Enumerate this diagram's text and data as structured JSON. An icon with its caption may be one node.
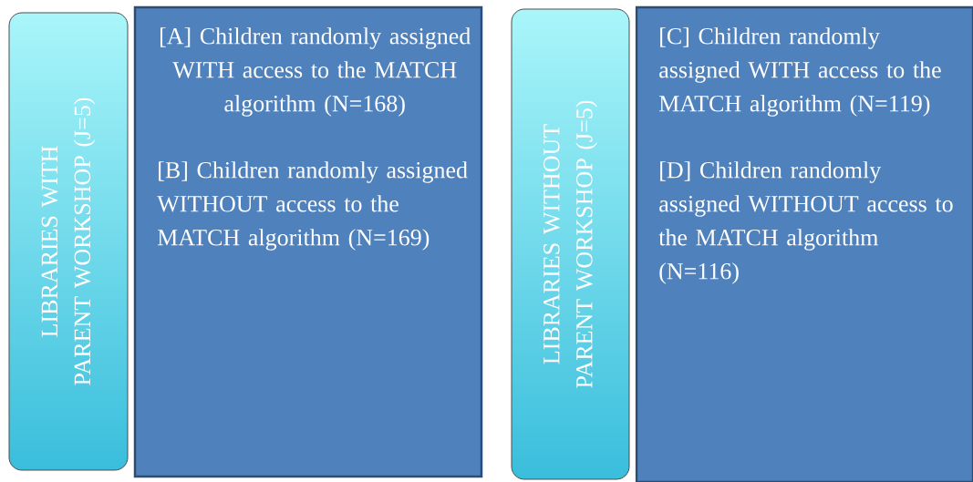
{
  "diagram": {
    "nodes": [
      {
        "text": [
          "LIBRARIES WITH PARENT WORKSHOP (J=5)"
        ]
      },
      {
        "text": [
          "[A] Children randomly assigned WITH access to the MATCH algorithm (N=168)",
          "[B] Children randomly assigned WITHOUT access to the MATCH algorithm (N=169)"
        ]
      },
      {
        "text": [
          "LIBRARIES WITHOUT PARENT WORKSHOP (J=5)"
        ]
      },
      {
        "text": [
          "[C] Children randomly assigned WITH access to the MATCH algorithm (N=119)",
          "[D] Children randomly assigned WITHOUT access to the MATCH algorithm (N=116)"
        ]
      }
    ]
  }
}
